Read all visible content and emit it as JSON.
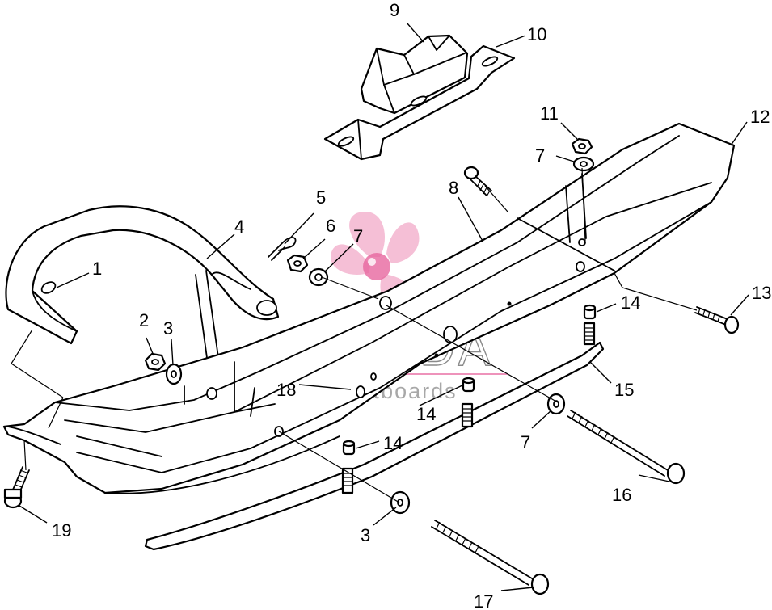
{
  "callouts": [
    {
      "id": "1",
      "label": "1"
    },
    {
      "id": "2",
      "label": "2"
    },
    {
      "id": "3a",
      "label": "3"
    },
    {
      "id": "3b",
      "label": "3"
    },
    {
      "id": "4",
      "label": "4"
    },
    {
      "id": "5",
      "label": "5"
    },
    {
      "id": "6",
      "label": "6"
    },
    {
      "id": "7a",
      "label": "7"
    },
    {
      "id": "7b",
      "label": "7"
    },
    {
      "id": "7c",
      "label": "7"
    },
    {
      "id": "8",
      "label": "8"
    },
    {
      "id": "9",
      "label": "9"
    },
    {
      "id": "10",
      "label": "10"
    },
    {
      "id": "11",
      "label": "11"
    },
    {
      "id": "12",
      "label": "12"
    },
    {
      "id": "13",
      "label": "13"
    },
    {
      "id": "14a",
      "label": "14"
    },
    {
      "id": "14b",
      "label": "14"
    },
    {
      "id": "14c",
      "label": "14"
    },
    {
      "id": "15",
      "label": "15"
    },
    {
      "id": "16",
      "label": "16"
    },
    {
      "id": "17",
      "label": "17"
    },
    {
      "id": "18",
      "label": "18"
    },
    {
      "id": "19",
      "label": "19"
    }
  ],
  "watermark": {
    "brand": "ARMADA",
    "tagline": "marineoutboards",
    "logo_icon": "propeller-flower-icon",
    "colors": {
      "petal": "#f2a9c8",
      "center": "#e7669f",
      "text": "#8a8a8a"
    }
  },
  "colors": {
    "line": "#000000",
    "background": "#ffffff"
  }
}
